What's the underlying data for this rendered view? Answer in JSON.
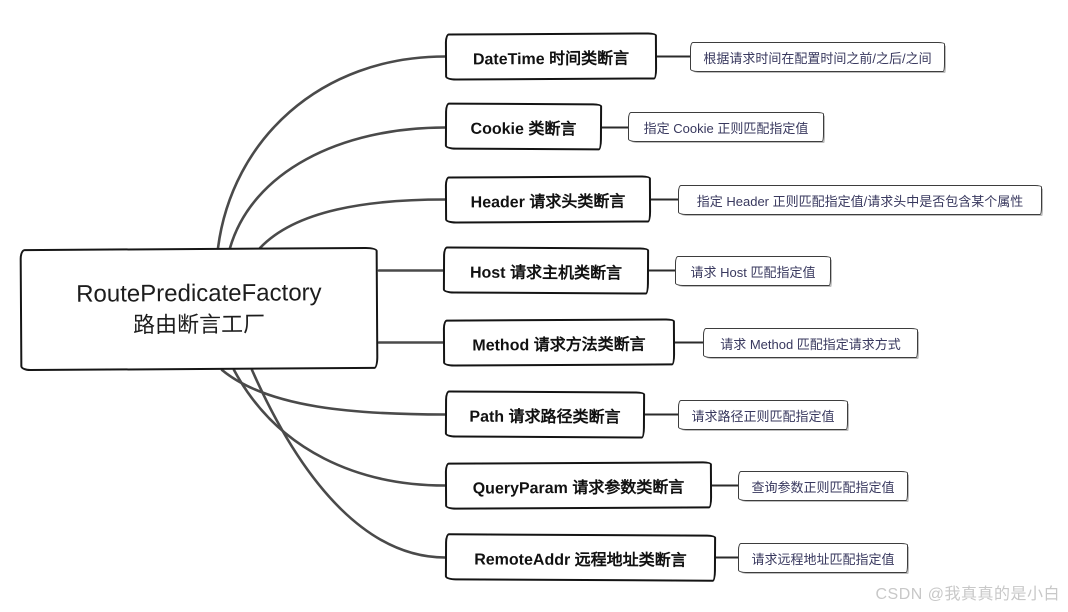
{
  "root": {
    "title_en": "RoutePredicateFactory",
    "title_zh": "路由断言工厂"
  },
  "branches": [
    {
      "key": "datetime",
      "label": "DateTime 时间类断言",
      "detail": "根据请求时间在配置时间之前/之后/之间"
    },
    {
      "key": "cookie",
      "label": "Cookie 类断言",
      "detail": "指定 Cookie 正则匹配指定值"
    },
    {
      "key": "header",
      "label": "Header 请求头类断言",
      "detail": "指定 Header 正则匹配指定值/请求头中是否包含某个属性"
    },
    {
      "key": "host",
      "label": "Host 请求主机类断言",
      "detail": "请求 Host 匹配指定值"
    },
    {
      "key": "method",
      "label": "Method 请求方法类断言",
      "detail": "请求 Method 匹配指定请求方式"
    },
    {
      "key": "path",
      "label": "Path 请求路径类断言",
      "detail": "请求路径正则匹配指定值"
    },
    {
      "key": "queryparam",
      "label": "QueryParam 请求参数类断言",
      "detail": "查询参数正则匹配指定值"
    },
    {
      "key": "remoteaddr",
      "label": "RemoteAddr 远程地址类断言",
      "detail": "请求远程地址匹配指定值"
    }
  ],
  "watermark": "CSDN @我真真的是小白",
  "colors": {
    "background": "#ffffff",
    "connector": "#4a4a4a",
    "branch_border": "#141414",
    "detail_border": "#3d3d3d",
    "detail_text": "#38385e",
    "root_text": "#1d1d1d",
    "watermark": "#c8c8c8"
  }
}
